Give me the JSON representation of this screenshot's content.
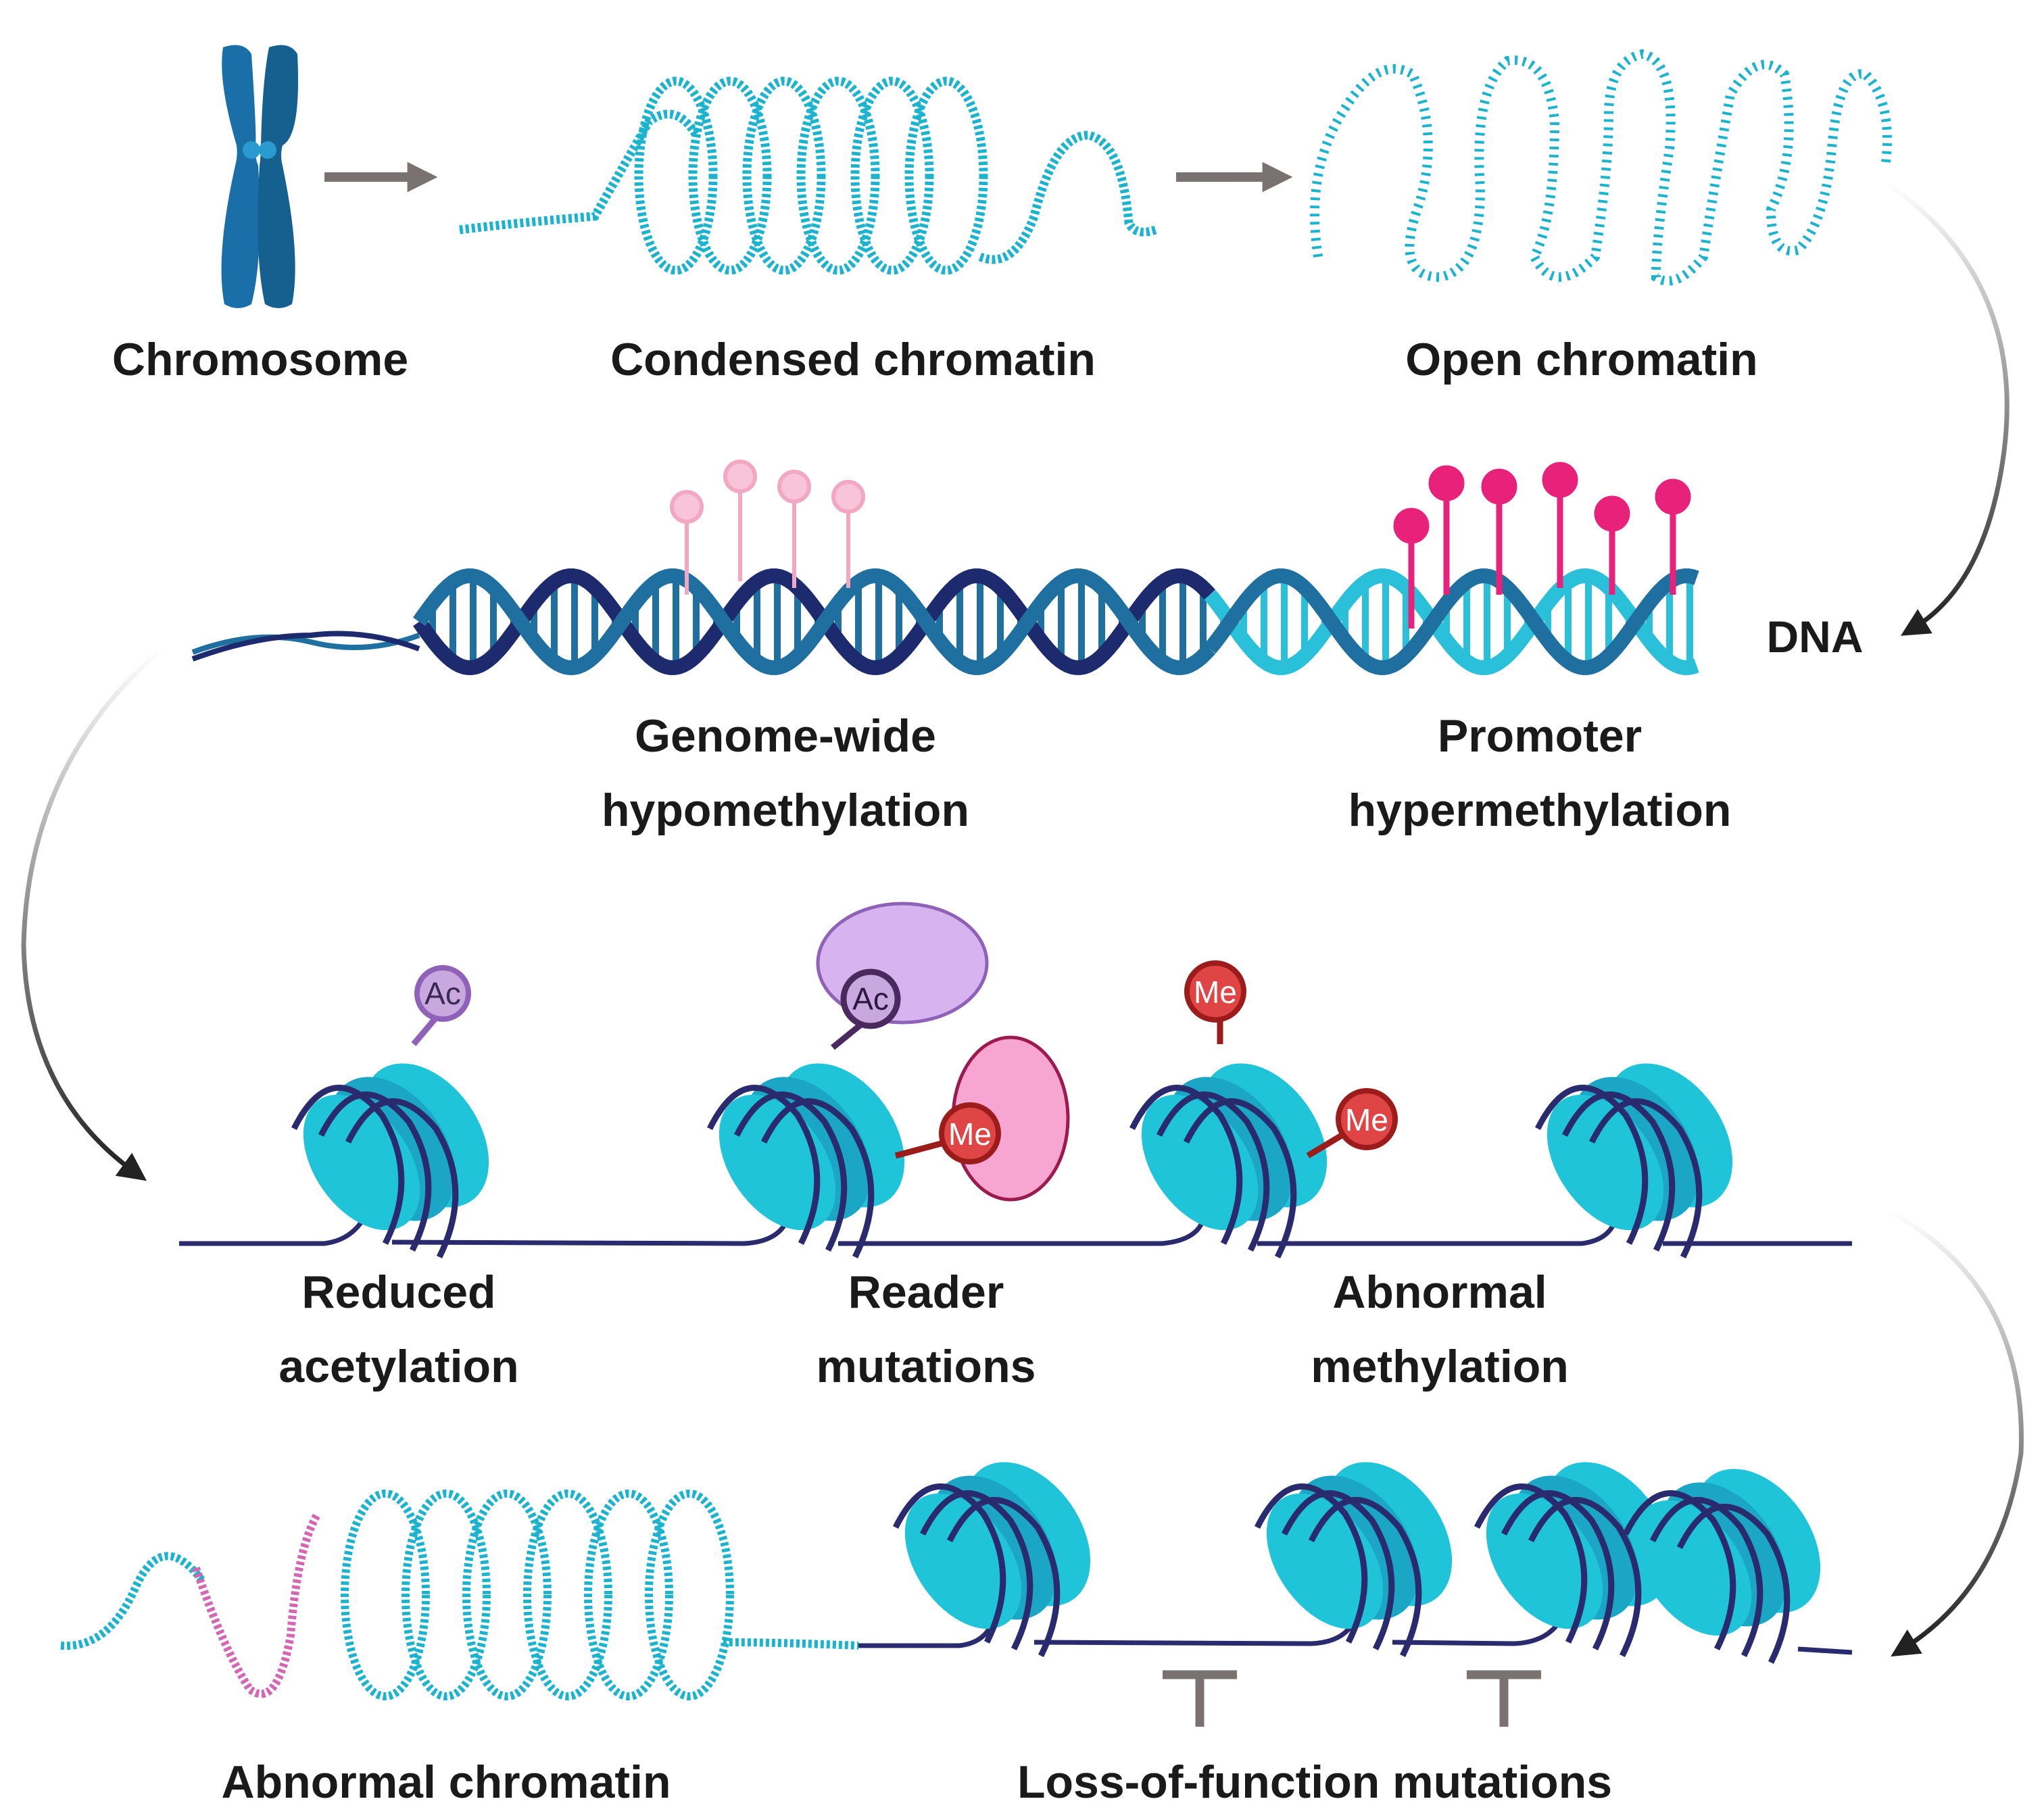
{
  "labels": {
    "chromosome": "Chromosome",
    "condensed_chromatin": "Condensed chromatin",
    "open_chromatin": "Open chromatin",
    "dna": "DNA",
    "genome_wide_1": "Genome-wide",
    "genome_wide_2": "hypomethylation",
    "promoter_1": "Promoter",
    "promoter_2": "hypermethylation",
    "reduced_1": "Reduced",
    "reduced_2": "acetylation",
    "reader_1": "Reader",
    "reader_2": "mutations",
    "abnormal_meth_1": "Abnormal",
    "abnormal_meth_2": "methylation",
    "abnormal_chromatin": "Abnormal chromatin",
    "loss_of_function": "Loss-of-function mutations"
  },
  "marks": {
    "acetyl": "Ac",
    "methyl": "Me"
  },
  "colors": {
    "chromosome": "#1a6fa8",
    "chromatin": "#1cb3cf",
    "nucleosome_light": "#1fc4d8",
    "nucleosome_dark": "#1a98b8",
    "dna_dark": "#1e2a6e",
    "dna_mid": "#1f6fa0",
    "dna_light": "#2ac0da",
    "linker": "#2a2a6e",
    "hypo_pin": "#f2a7c3",
    "hyper_pin": "#e8227a",
    "acetyl_fill": "#c9a8e0",
    "acetyl_stroke": "#8f62b8",
    "methyl_fill": "#e04545",
    "methyl_stroke": "#9c1b1b",
    "reader_purple": "#d7b4f0",
    "reader_pink": "#f6a6d0",
    "arrow_grey": "#7a7270",
    "abnormal_pink": "#d466b4"
  }
}
